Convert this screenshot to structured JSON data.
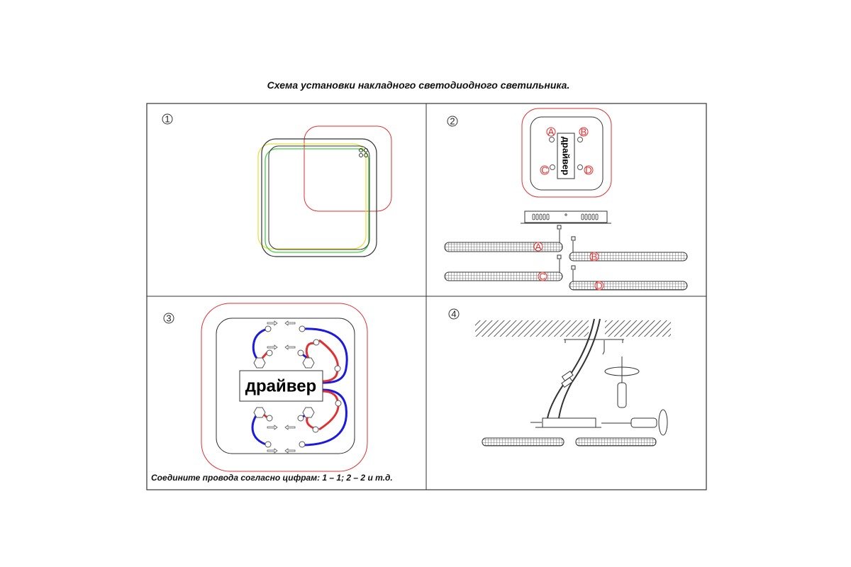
{
  "title": "Схема установки накладного светодиодного светильника.",
  "panels": [
    {
      "number": "1"
    },
    {
      "number": "2",
      "driver_label": "драйвер",
      "connectors": [
        "A",
        "B",
        "C",
        "D"
      ]
    },
    {
      "number": "3",
      "driver_label": "драйвер"
    },
    {
      "number": "4"
    }
  ],
  "footer": "Соедините провода согласно цифрам: 1 – 1; 2 – 2 и т.д.",
  "colors": {
    "red": "#e03030",
    "blue": "#1a1ae0",
    "yellow": "#e8e040",
    "green": "#40d040",
    "frame": "#333333"
  }
}
